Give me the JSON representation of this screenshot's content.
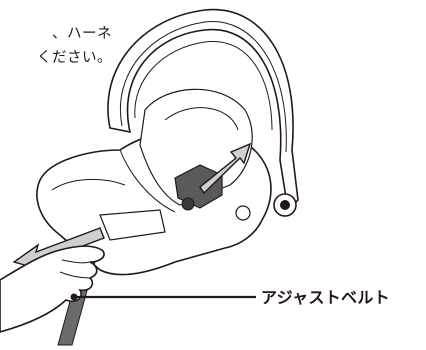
{
  "instruction": {
    "line1": "、ハーネ",
    "line2": "ください。"
  },
  "callout": {
    "label": "アジャストベルト"
  },
  "colors": {
    "line": "#231815",
    "shade": "#dcdcdc",
    "shade_dark": "#5a5a5a",
    "arrow_fill": "#cfcfcf"
  }
}
